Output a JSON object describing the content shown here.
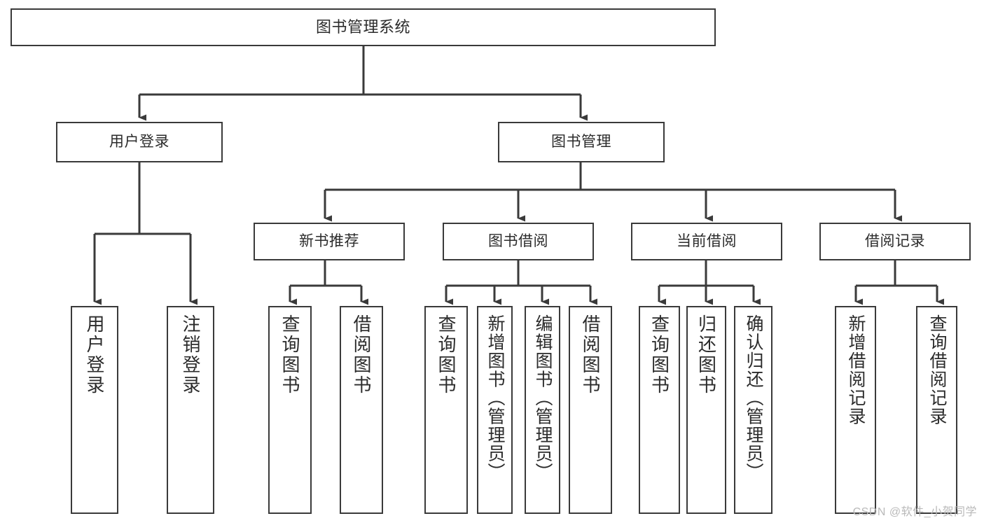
{
  "diagram": {
    "title": "图书管理系统",
    "type": "tree-structure-chart",
    "colors": {
      "background": "#ffffff",
      "node_border": "#3a3a3a",
      "node_fill": "#ffffff",
      "edge": "#3a3a3a",
      "text": "#2b2b2b",
      "watermark": "#b9b9b9"
    }
  },
  "root": {
    "label": "图书管理系统"
  },
  "level1": [
    {
      "label": "用户登录"
    },
    {
      "label": "图书管理"
    }
  ],
  "level2": [
    {
      "label": "新书推荐"
    },
    {
      "label": "图书借阅"
    },
    {
      "label": "当前借阅"
    },
    {
      "label": "借阅记录"
    }
  ],
  "leaves": {
    "user_login": [
      {
        "label": "用户登录"
      },
      {
        "label": "注销登录"
      }
    ],
    "new_book_recommend": [
      {
        "label": "查询图书"
      },
      {
        "label": "借阅图书"
      }
    ],
    "book_borrow": [
      {
        "label": "查询图书"
      },
      {
        "label": "新增图书（管理员）"
      },
      {
        "label": "编辑图书（管理员）"
      },
      {
        "label": "借阅图书"
      }
    ],
    "current_borrow": [
      {
        "label": "查询图书"
      },
      {
        "label": "归还图书"
      },
      {
        "label": "确认归还（管理员）"
      }
    ],
    "borrow_record": [
      {
        "label": "新增借阅记录"
      },
      {
        "label": "查询借阅记录"
      }
    ]
  },
  "watermark": {
    "text": "CSDN @软件_小贺同学"
  }
}
